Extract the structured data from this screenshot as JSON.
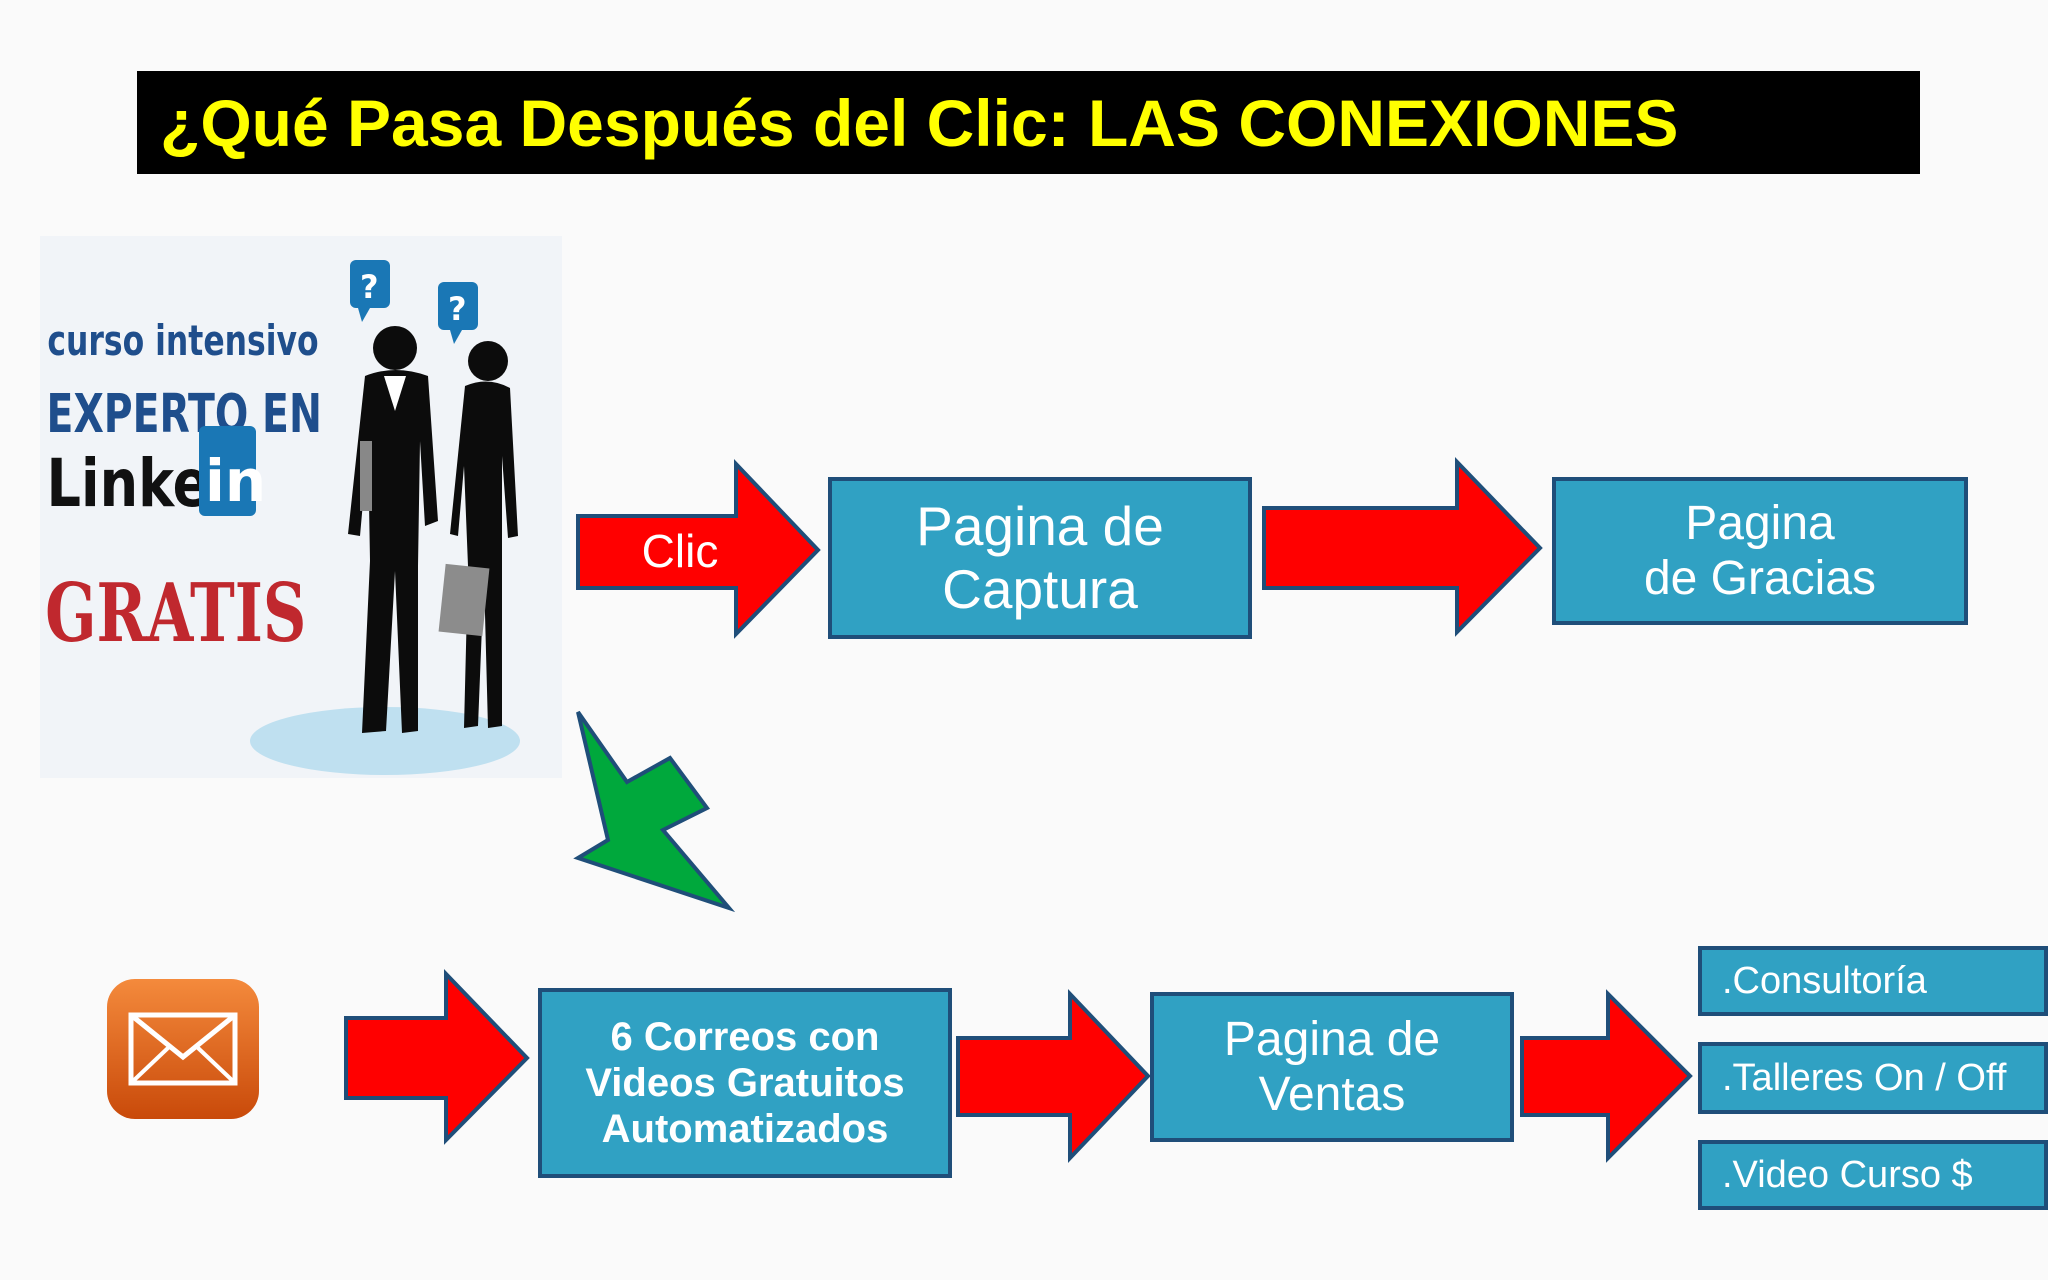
{
  "title": "¿Qué Pasa Después del Clic: LAS CONEXIONES",
  "promo": {
    "line1": "curso intensivo",
    "line2": "EXPERTO EN",
    "brand_text": "Linked",
    "brand_badge": "in",
    "line4": "GRATIS",
    "question_mark": "?",
    "colors": {
      "blue_text": "#1f4e8c",
      "red_text": "#c0282e",
      "badge": "#1a77b5"
    }
  },
  "flow_top": {
    "click_label": "Clic",
    "capture_page": "Pagina de\nCaptura",
    "thanks_page": "Pagina\nde Gracias"
  },
  "flow_bottom": {
    "emails_box": "6 Correos con\nVideos Gratuitos\nAutomatizados",
    "sales_page": "Pagina de\nVentas",
    "offers": [
      ".Consultoría",
      ".Talleres On / Off",
      ".Video Curso $"
    ]
  },
  "icons": {
    "mail": "envelope-icon"
  },
  "colors": {
    "title_bg": "#000000",
    "title_text": "#ffff00",
    "box_fill": "#30a1c3",
    "box_border": "#1f4e79",
    "arrow_red": "#ff0000",
    "arrow_green": "#00a83c",
    "arrow_border": "#1f4e79",
    "mail_orange": "#e8621a"
  }
}
